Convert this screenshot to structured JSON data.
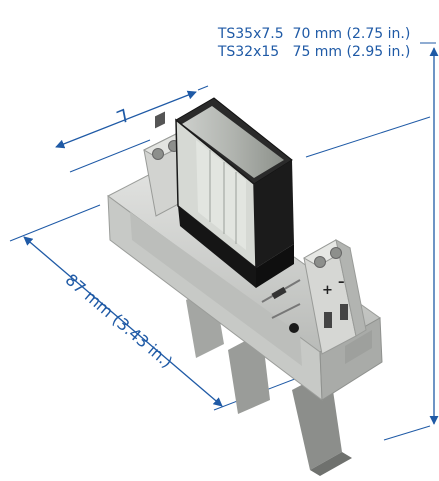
{
  "height_labels": [
    {
      "rail": "TS35x7.5",
      "value": "70 mm (2.75 in.)"
    },
    {
      "rail": "TS32x15",
      "value": "75 mm (2.95 in.)"
    }
  ],
  "length_label": "87 mm (3.43 in.)",
  "width_label": "L",
  "terminal_plus": "+",
  "terminal_minus": "–",
  "colors": {
    "dimension": "#1f5aa6",
    "housing": "#cfd0ce",
    "relay": "#1b1b1b",
    "terminal": "#d5d6d3"
  }
}
